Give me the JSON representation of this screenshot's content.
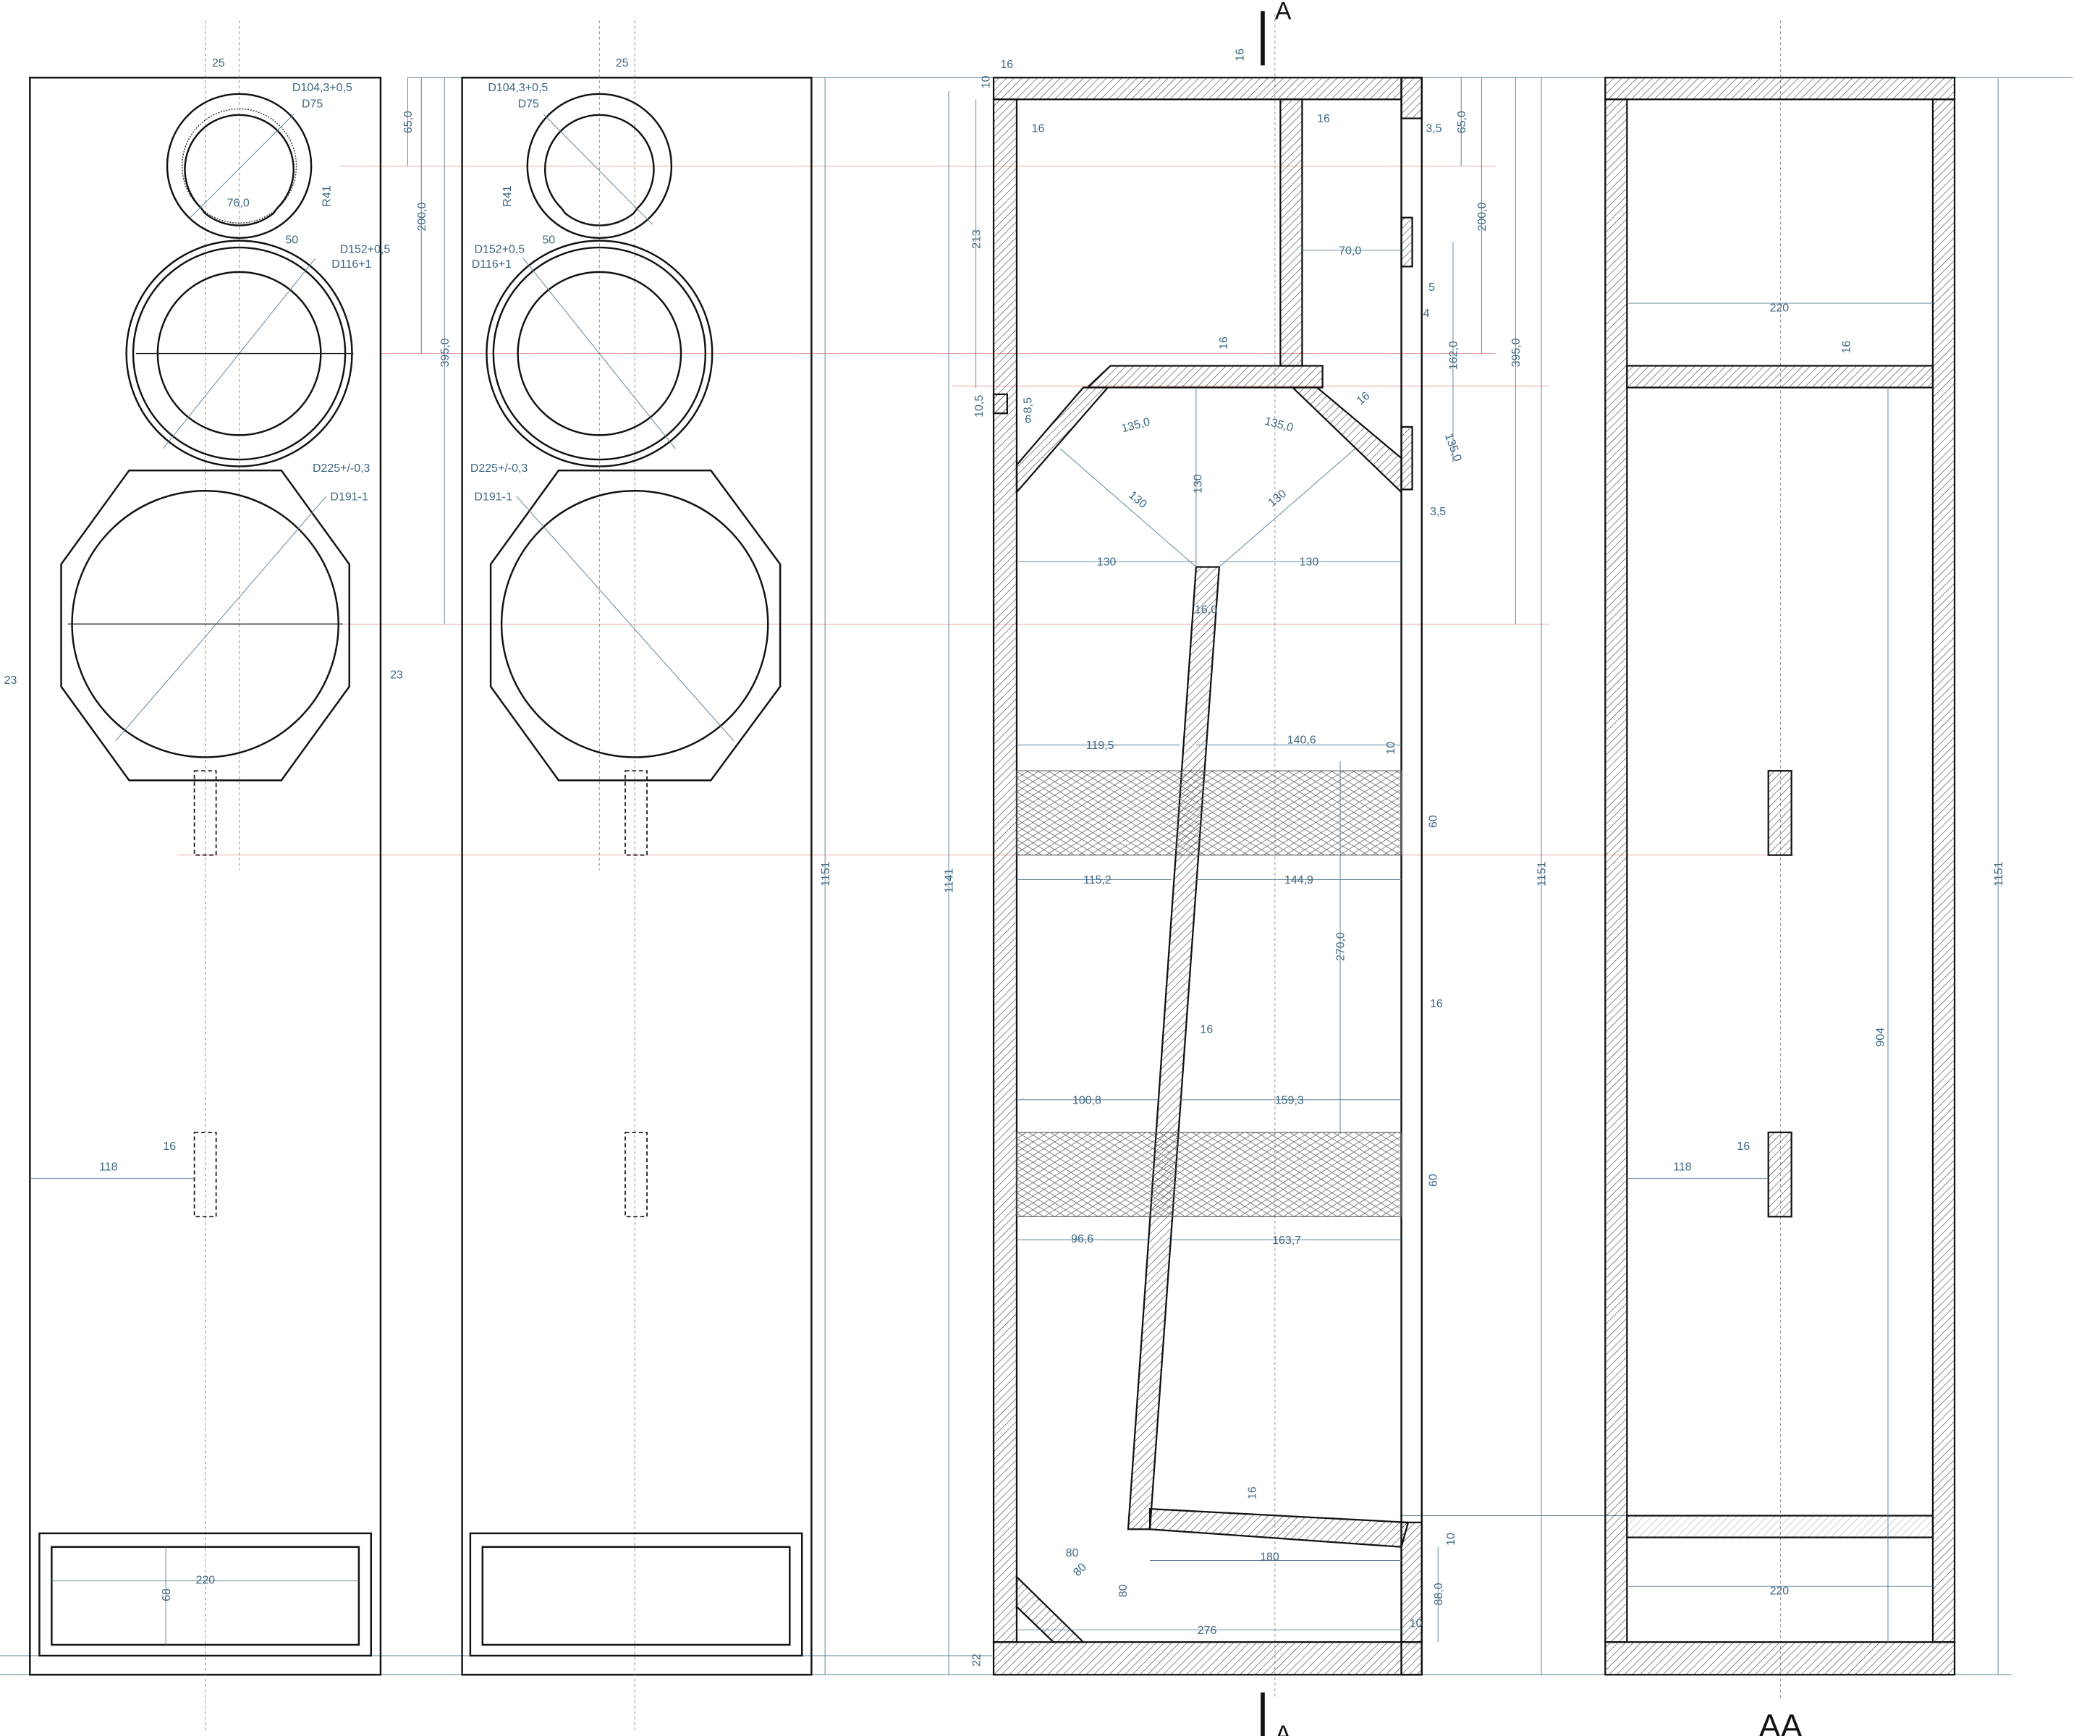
{
  "front_view_1": {
    "labels": [
      "25",
      "D104,3+0,5",
      "D75",
      "R41",
      "76,0",
      "50",
      "D152+0,5",
      "D116+1",
      "D225+/-0,3",
      "D191-1",
      "23",
      "23",
      "65,0",
      "200,0",
      "395,0",
      "16",
      "118",
      "220",
      "68",
      "1151"
    ]
  },
  "front_view_2": {
    "labels": [
      "25",
      "D104,3+0,5",
      "D75",
      "R41",
      "50",
      "D152+0,5",
      "D116+1",
      "D225+/-0,3",
      "D191-1"
    ]
  },
  "section_view": {
    "labels": [
      "16",
      "10",
      "16",
      "16",
      "16",
      "3,5",
      "65,0",
      "200,0",
      "213",
      "70,0",
      "5",
      "4",
      "162,0",
      "395,0",
      "16",
      "16",
      "10,5",
      "8,5",
      "6",
      "135,0",
      "135,0",
      "135,0",
      "3,5",
      "130",
      "130",
      "130",
      "130",
      "130",
      "16,0",
      "119,5",
      "140,6",
      "10",
      "60",
      "1141",
      "115,2",
      "144,9",
      "270,0",
      "1151",
      "16",
      "16",
      "100,8",
      "159,3",
      "60",
      "96,6",
      "163,7",
      "16",
      "10",
      "80",
      "80",
      "180",
      "80",
      "88,0",
      "276",
      "10",
      "22"
    ],
    "cut_marker_top": "A",
    "cut_marker_bottom": "A"
  },
  "aa_view": {
    "labels": [
      "220",
      "16",
      "904",
      "118",
      "16",
      "220",
      "1151"
    ],
    "title": "AA"
  },
  "colors": {
    "dimension": "#3f6781",
    "reference_line": "#e08a8a",
    "outline": "#111111"
  }
}
